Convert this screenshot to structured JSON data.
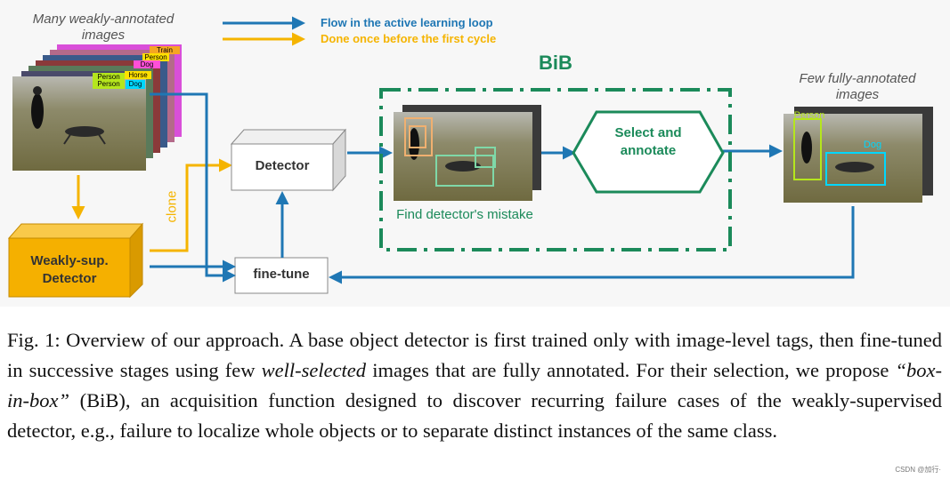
{
  "labels": {
    "weak_images": "Many weakly-annotated images",
    "full_images": "Few fully-annotated images",
    "bib_title": "BiB",
    "detector": "Detector",
    "weakly_sup_detector": "Weakly-sup. Detector",
    "fine_tune": "fine-tune",
    "select_annotate": "Select and annotate",
    "find_mistake": "Find detector's mistake",
    "clone": "clone"
  },
  "legend": {
    "items": [
      {
        "label": "Flow in the active learning loop",
        "color": "#1f77b4"
      },
      {
        "label": "Done once before the first cycle",
        "color": "#f5b400"
      }
    ]
  },
  "image_tags": {
    "stack_tags": [
      "Person",
      "Horse",
      "Dog",
      "Person",
      "Dog",
      "Person",
      "Train"
    ],
    "annotated": [
      "Person",
      "Dog"
    ]
  },
  "colors": {
    "blue": "#1f77b4",
    "orange": "#f5b400",
    "green": "#1b8a5a",
    "weak_box": "#f2b500",
    "field": "#7f7a4f"
  },
  "caption": {
    "fig": "Fig. 1:",
    "part1": "Overview of our approach. A base object detector is first trained only with image-level tags, then fine-tuned in successive stages using few",
    "emph1": "well-selected",
    "part2": "images that are fully annotated. For their selection, we propose",
    "emph2": "“box-in-box”",
    "part3": "(BiB), an acquisition function designed to discover recurring failure cases of the weakly-supervised detector, e.g., failure to localize whole objects or to separate distinct instances of the same class."
  },
  "watermark": "CSDN @加行·"
}
